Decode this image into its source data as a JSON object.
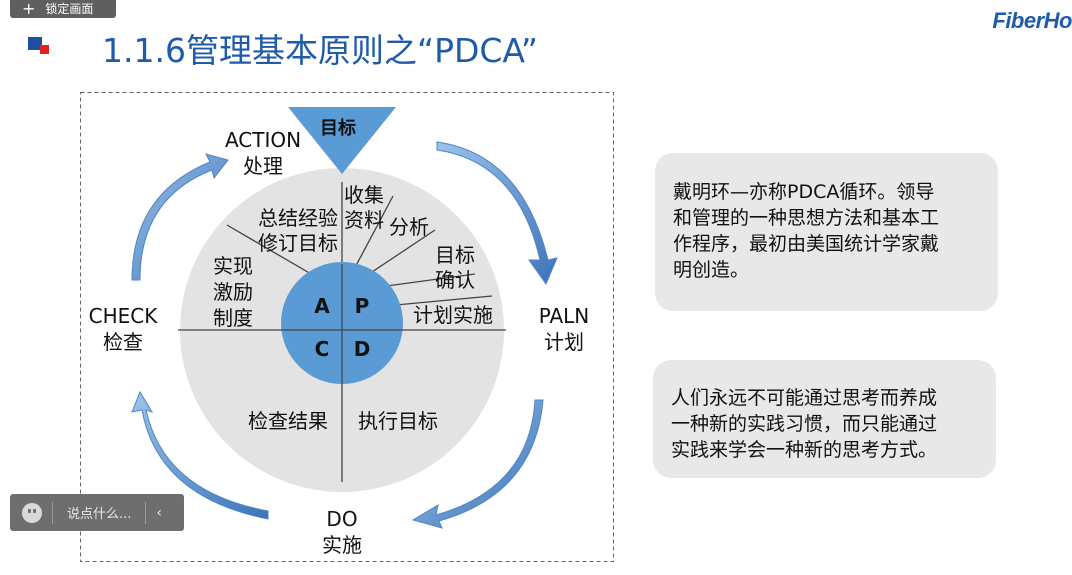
{
  "toolbar": {
    "lock_label": "锁定画面"
  },
  "header": {
    "logo": "FiberHo",
    "title": "1.1.6管理基本原则之“PDCA”"
  },
  "pdca": {
    "goal": "目标",
    "action": [
      "ACTION",
      "处理"
    ],
    "check": [
      "CHECK",
      "检查"
    ],
    "plan": [
      "PALN",
      "计划"
    ],
    "do": [
      "DO",
      "实施"
    ],
    "plan_steps": {
      "collect": [
        "收集",
        "资料"
      ],
      "analyze": "分析",
      "confirm": [
        "目标",
        "确认"
      ],
      "implement": "计划实施"
    },
    "action_steps": {
      "summarize": [
        "总结经验",
        "修订目标"
      ],
      "incentive": [
        "实现",
        "激励",
        "制度"
      ]
    },
    "check_result": "检查结果",
    "do_goal": "执行目标",
    "core": {
      "a": "A",
      "p": "P",
      "c": "C",
      "d": "D"
    }
  },
  "info": {
    "box1": [
      "戴明环—亦称PDCA循环。领导",
      "和管理的一种思想方法和基本工",
      "作程序，最初由美国统计学家戴",
      "明创造。"
    ],
    "box2": [
      "人们永远不可能通过思考而养成",
      "一种新的实践习惯，而只能通过",
      "实践来学会一种新的思考方式。"
    ]
  },
  "chat": {
    "placeholder": "说点什么..."
  },
  "colors": {
    "title_blue": "#1f5ba8",
    "core_blue": "#5b9bd5",
    "disc_gray": "#e3e3e3",
    "arrow_blue": "#4f86c6"
  },
  "icons": {
    "lock": "plus-icon",
    "emoji": "smile-icon",
    "collapse": "chevron-left-icon"
  }
}
